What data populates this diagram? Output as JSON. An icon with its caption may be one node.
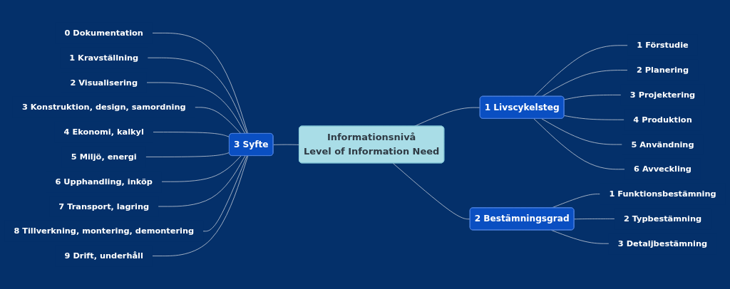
{
  "diagram": {
    "nodes": [
      {
        "text": [
          "Informationsnivå",
          "Level of Information Need"
        ]
      },
      {
        "text": [
          "1 Livscykelsteg"
        ]
      },
      {
        "text": [
          "1 Förstudie"
        ]
      },
      {
        "text": [
          "2 Planering"
        ]
      },
      {
        "text": [
          "3 Projektering"
        ]
      },
      {
        "text": [
          "4 Produktion"
        ]
      },
      {
        "text": [
          "5 Användning"
        ]
      },
      {
        "text": [
          "6 Avveckling"
        ]
      },
      {
        "text": [
          "2 Bestämningsgrad"
        ]
      },
      {
        "text": [
          "1 Funktionsbestämning"
        ]
      },
      {
        "text": [
          "2 Typbestämning"
        ]
      },
      {
        "text": [
          "3 Detaljbestämning"
        ]
      },
      {
        "text": [
          "3 Syfte"
        ]
      },
      {
        "text": [
          "0 Dokumentation"
        ]
      },
      {
        "text": [
          "1 Kravställning"
        ]
      },
      {
        "text": [
          "2 Visualisering"
        ]
      },
      {
        "text": [
          "3 Konstruktion, design, samordning"
        ]
      },
      {
        "text": [
          "4 Ekonomi, kalkyl"
        ]
      },
      {
        "text": [
          "5 Miljö, energi"
        ]
      },
      {
        "text": [
          "6 Upphandling, inköp"
        ]
      },
      {
        "text": [
          "7 Transport, lagring"
        ]
      },
      {
        "text": [
          "8 Tillverkning, montering, demontering"
        ]
      },
      {
        "text": [
          "9 Drift, underhåll"
        ]
      }
    ],
    "edges": [
      {
        "from": 0,
        "to": 1,
        "arrow": "none"
      },
      {
        "from": 1,
        "to": 2,
        "arrow": "none"
      },
      {
        "from": 1,
        "to": 3,
        "arrow": "none"
      },
      {
        "from": 1,
        "to": 4,
        "arrow": "none"
      },
      {
        "from": 1,
        "to": 5,
        "arrow": "none"
      },
      {
        "from": 1,
        "to": 6,
        "arrow": "none"
      },
      {
        "from": 1,
        "to": 7,
        "arrow": "none"
      },
      {
        "from": 0,
        "to": 8,
        "arrow": "none"
      },
      {
        "from": 8,
        "to": 9,
        "arrow": "none"
      },
      {
        "from": 8,
        "to": 10,
        "arrow": "none"
      },
      {
        "from": 8,
        "to": 11,
        "arrow": "none"
      },
      {
        "from": 12,
        "to": 0,
        "arrow": "none"
      },
      {
        "from": 13,
        "to": 12,
        "arrow": "none"
      },
      {
        "from": 14,
        "to": 12,
        "arrow": "none"
      },
      {
        "from": 15,
        "to": 12,
        "arrow": "none"
      },
      {
        "from": 16,
        "to": 12,
        "arrow": "none"
      },
      {
        "from": 17,
        "to": 12,
        "arrow": "none"
      },
      {
        "from": 18,
        "to": 12,
        "arrow": "none"
      },
      {
        "from": 19,
        "to": 12,
        "arrow": "none"
      },
      {
        "from": 20,
        "to": 12,
        "arrow": "none"
      },
      {
        "from": 21,
        "to": 12,
        "arrow": "none"
      },
      {
        "from": 22,
        "to": 12,
        "arrow": "none"
      }
    ]
  }
}
